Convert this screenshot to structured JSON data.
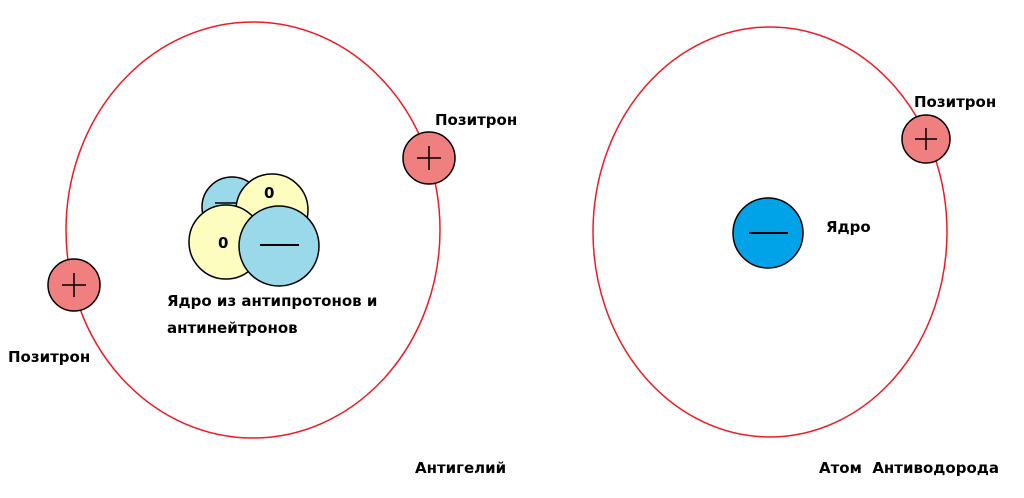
{
  "antihelium": {
    "title": "Антигелий",
    "positron_label_top": "Позитрон",
    "positron_label_left": "Позитрон",
    "nucleus_label_line1": "Ядро из антипротонов и",
    "nucleus_label_line2": "антинейтронов",
    "neutron_symbol": "0"
  },
  "antihydrogen": {
    "title": "Атом  Антиводорода",
    "positron_label": "Позитрон",
    "nucleus_label": "Ядро"
  },
  "colors": {
    "orbit": "#ed1c24",
    "positron": "#f08080",
    "antiproton": "#99d9ea",
    "antineutron": "#fdfdc0",
    "nucleus": "#00a2e8"
  }
}
